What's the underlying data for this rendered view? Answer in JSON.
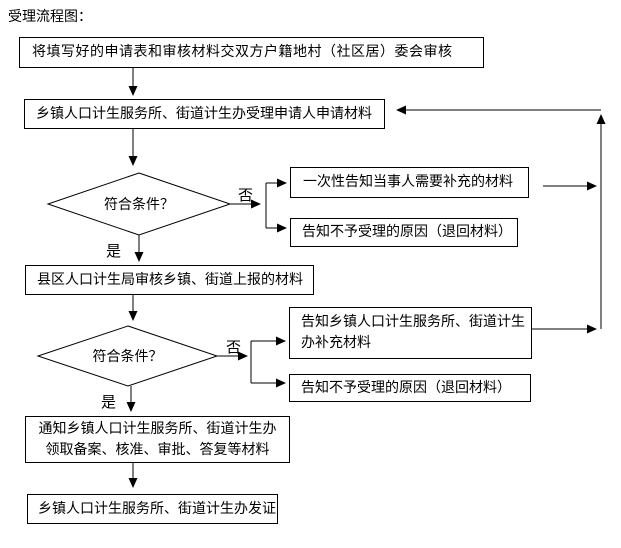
{
  "title": "受理流程图：",
  "colors": {
    "line": "#000000",
    "text": "#000000",
    "box_fill": "#ffffff",
    "background": "#ffffff"
  },
  "nodes": {
    "step1": "将填写好的申请表和审核材料交双方户籍地村（社区居）委会审核",
    "step2": "乡镇人口计生服务所、街道计生办受理申请人申请材料",
    "decision1": "符合条件？",
    "no1_supplement": "一次性告知当事人需要补充的材料",
    "no1_reject": "告知不予受理的原因（退回材料）",
    "step3": "县区人口计生局审核乡镇、街道上报的材料",
    "decision2": "符合条件？",
    "no2_supplement": "告知乡镇人口计生服务所、街道计生办补充材料",
    "no2_reject": "告知不予受理的原因（退回材料）",
    "step4": "通知乡镇人口计生服务所、街道计生办领取备案、核准、审批、答复等材料",
    "step5": "乡镇人口计生服务所、街道计生办发证"
  },
  "labels": {
    "yes": "是",
    "no": "否"
  }
}
